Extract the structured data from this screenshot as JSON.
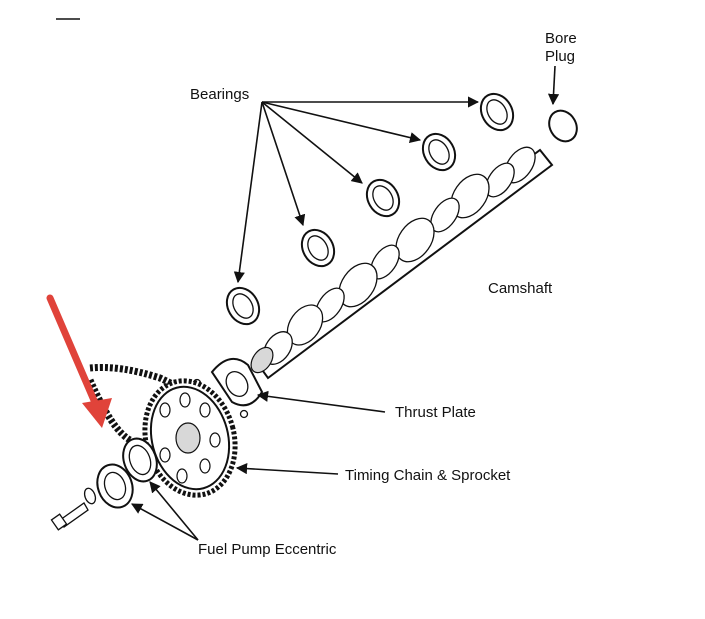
{
  "labels": {
    "bearings": "Bearings",
    "bore_plug_line1": "Bore",
    "bore_plug_line2": "Plug",
    "camshaft": "Camshaft",
    "thrust_plate": "Thrust Plate",
    "timing_chain": "Timing Chain & Sprocket",
    "fuel_pump": "Fuel Pump Eccentric"
  },
  "colors": {
    "line": "#111111",
    "arrow_highlight": "#e0433a",
    "background": "#ffffff"
  }
}
